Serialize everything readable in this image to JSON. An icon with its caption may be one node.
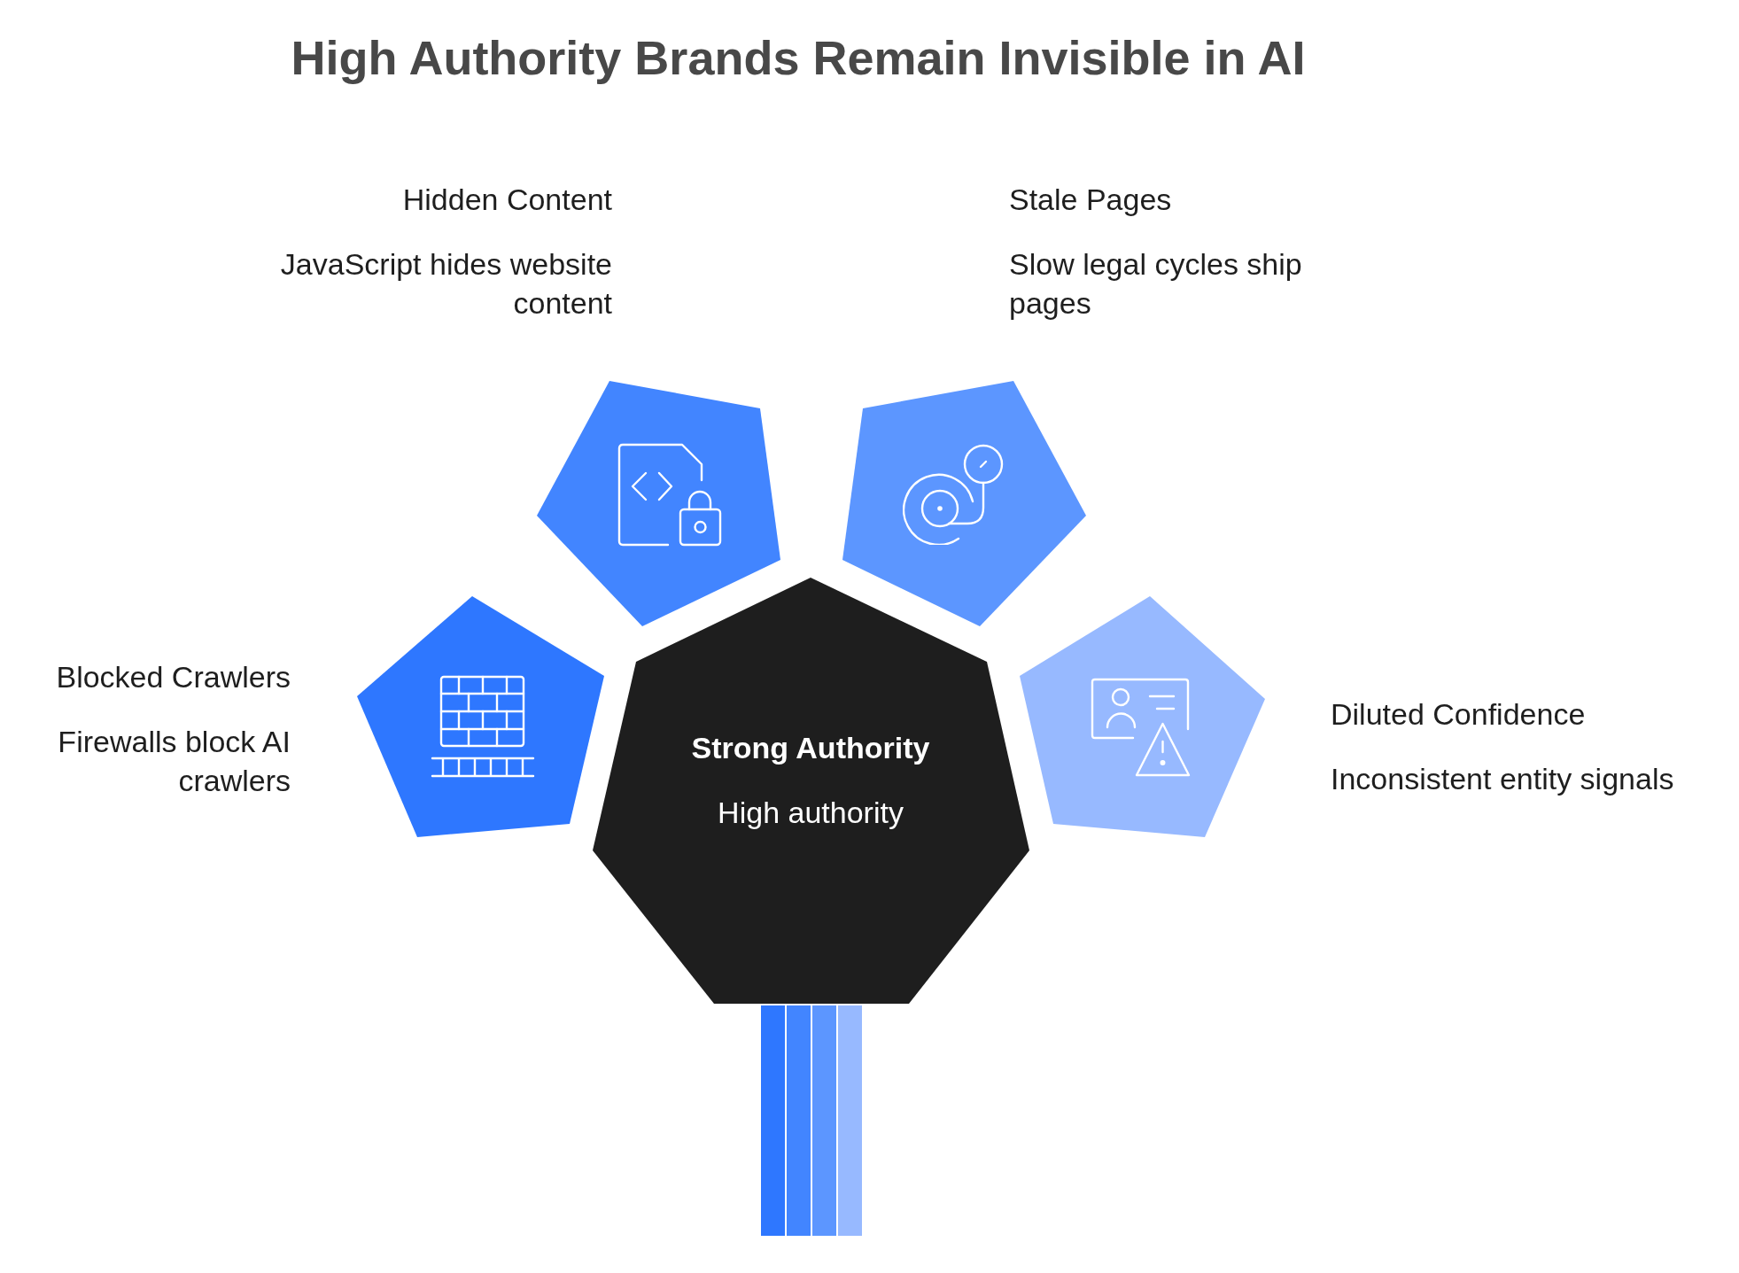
{
  "diagram": {
    "title": "High Authority Brands Remain Invisible in AI",
    "nodes": [
      {
        "text": [
          "Hidden Content",
          "JavaScript hides website content"
        ]
      },
      {
        "text": [
          "Stale Pages",
          "Slow legal cycles ship pages"
        ]
      },
      {
        "text": [
          "Blocked Crawlers",
          "Firewalls block AI crawlers"
        ]
      },
      {
        "text": [
          "Strong Authority",
          "High authority"
        ]
      },
      {
        "text": [
          "Diluted Confidence",
          "Inconsistent entity signals"
        ]
      }
    ]
  }
}
